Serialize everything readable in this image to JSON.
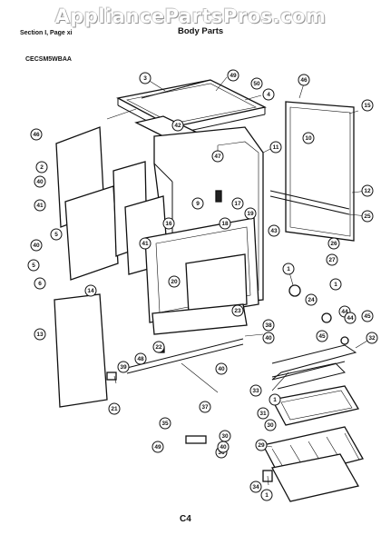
{
  "watermark": "AppliancePartsPros.com",
  "header": {
    "section": "Section I, Page xi",
    "title": "Body Parts"
  },
  "model": "CECSM5WBAA",
  "footer": {
    "page": "C4"
  },
  "callouts": [
    "3",
    "49",
    "50",
    "4",
    "46",
    "42",
    "47",
    "11",
    "15",
    "10",
    "12",
    "46",
    "2",
    "40",
    "41",
    "9",
    "16",
    "17",
    "18",
    "19",
    "41",
    "5",
    "40",
    "5",
    "6",
    "14",
    "13",
    "40",
    "43",
    "21",
    "22",
    "48",
    "39",
    "38",
    "20",
    "23",
    "1",
    "24",
    "44",
    "45",
    "40",
    "25",
    "26",
    "27",
    "32",
    "33",
    "1",
    "31",
    "30",
    "29",
    "35",
    "37",
    "30",
    "36",
    "34",
    "1",
    "49",
    "40",
    "1",
    "44",
    "45"
  ]
}
